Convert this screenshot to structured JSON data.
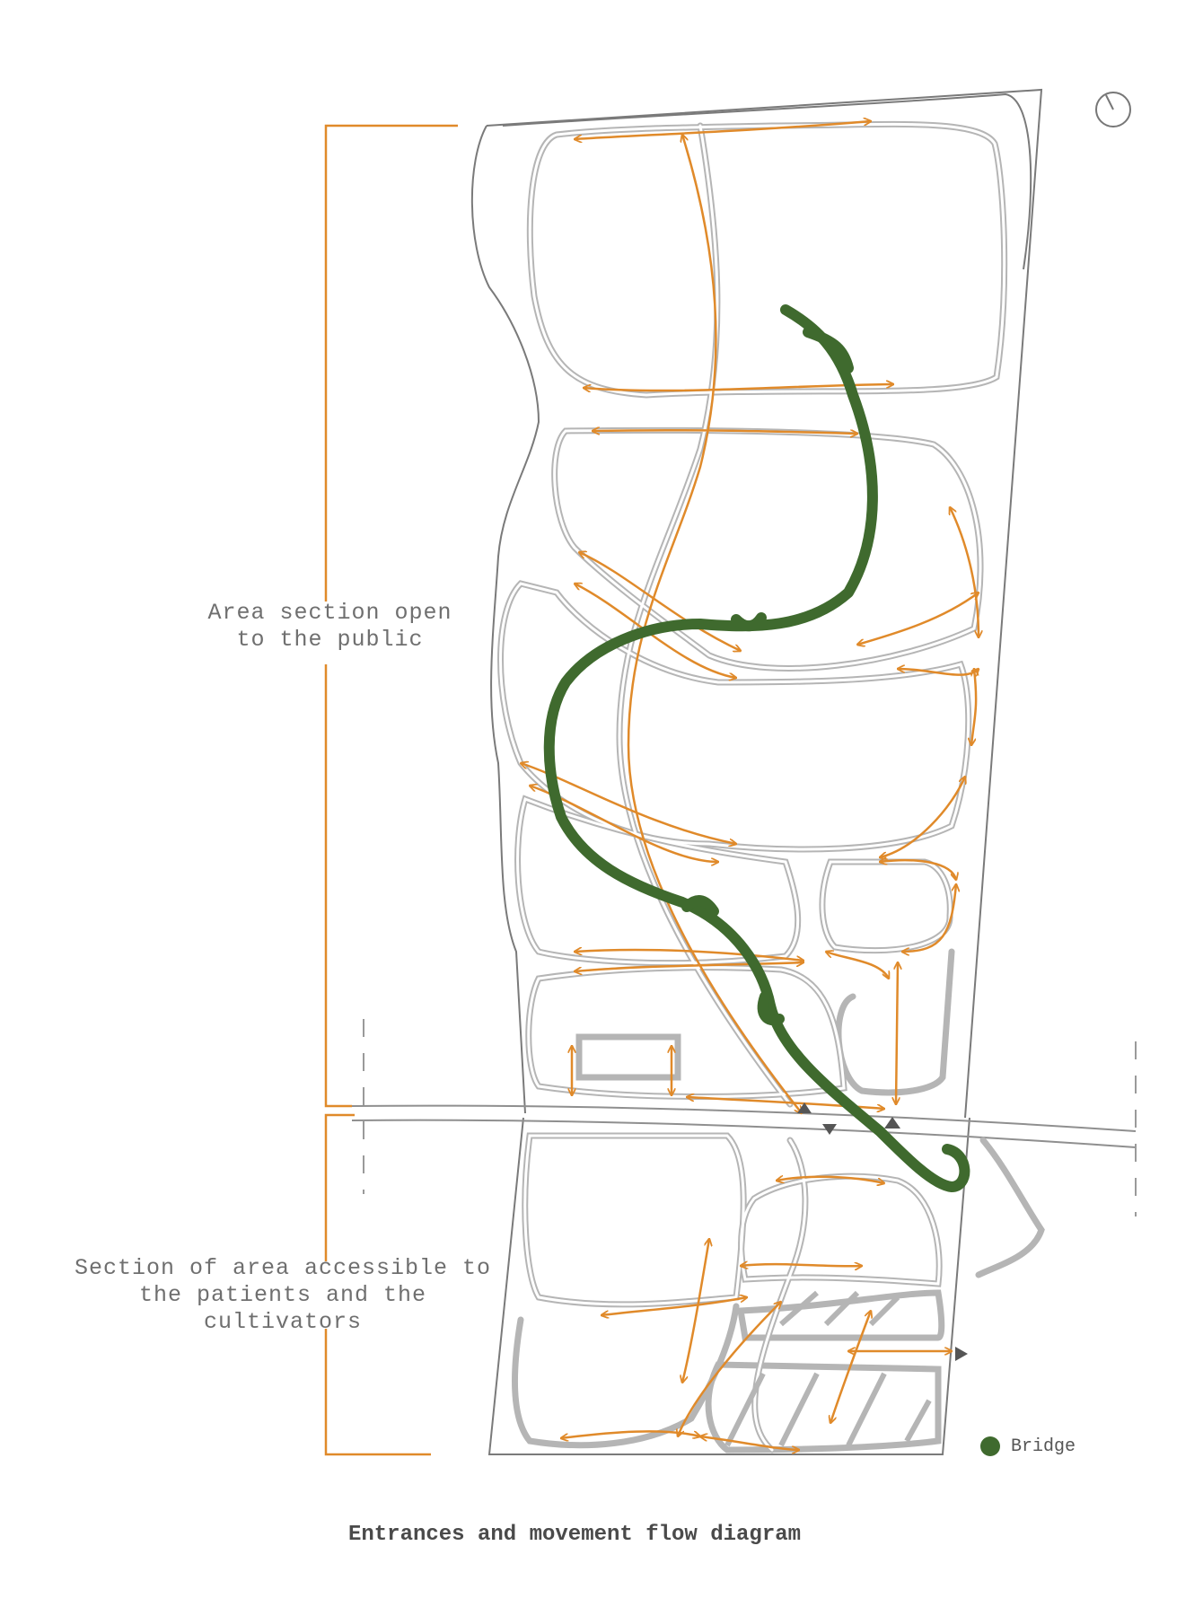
{
  "labels": {
    "public_section": [
      "Area section open",
      "to the public"
    ],
    "private_section": [
      "Section of area accessible to",
      "the patients and the",
      "cultivators"
    ]
  },
  "legend": {
    "bridge_label": "Bridge",
    "bridge_color": "#3f6a2e"
  },
  "title": "Entrances and movement flow diagram",
  "colors": {
    "flow": "#e08a2a",
    "path": "#b5b5b5",
    "boundary": "#7a7a7a",
    "bridge": "#3f6a2e",
    "entrance": "#555555"
  },
  "icons": {
    "north": "north-arrow-icon",
    "entrance": "entrance-triangle-icon"
  }
}
